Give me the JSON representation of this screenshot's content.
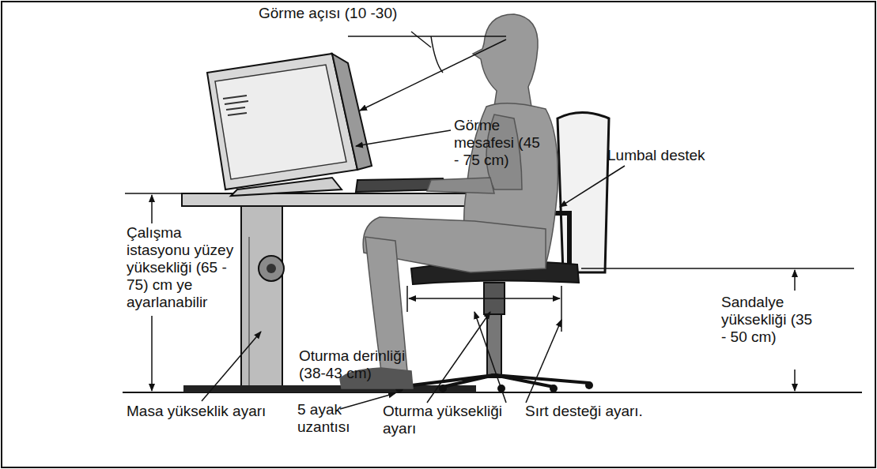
{
  "diagram": {
    "labels": [
      "Görme açısı (10 -30)",
      "Görme mesafesi (45 - 75 cm)",
      "Lumbal destek",
      "Çalışma istasyonu yüzey yüksekliği (65 - 75) cm ye ayarlanabilir",
      "Sandalye yüksekliği (35 - 50 cm)",
      "Oturma derinliği (38-43 cm)",
      "Masa yükseklik ayarı",
      "5 ayak uzantısı",
      "Oturma yüksekliği ayarı",
      "Sırt desteği ayarı."
    ]
  }
}
